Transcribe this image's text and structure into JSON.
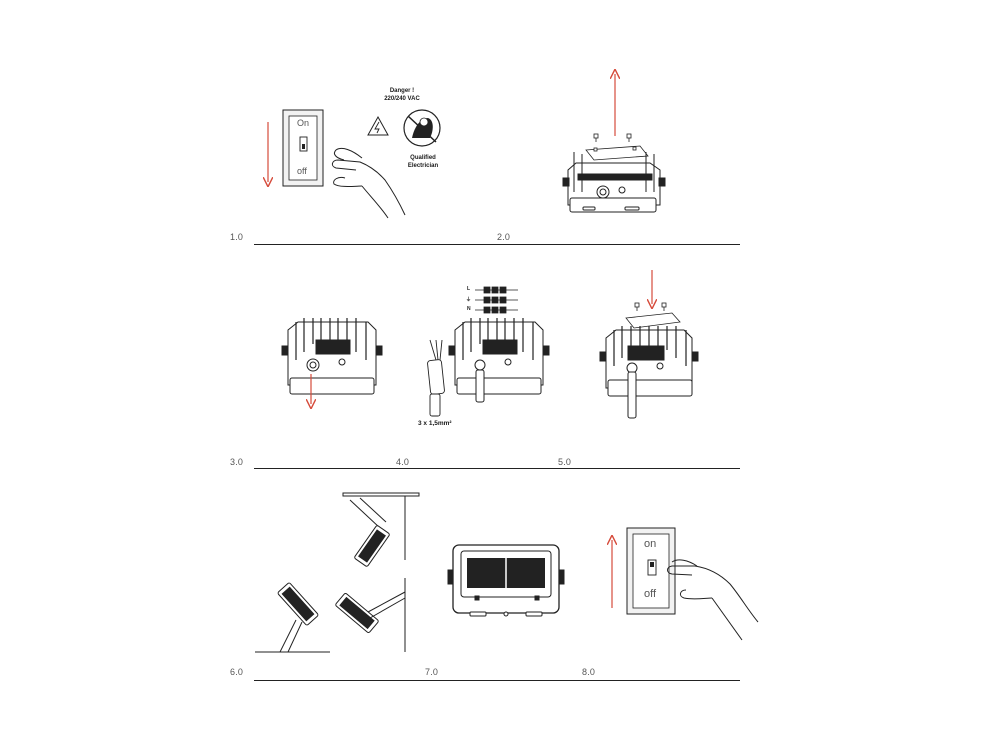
{
  "colors": {
    "line": "#222222",
    "arrow": "#d64b3b",
    "panel_fill": "#f2f2f2"
  },
  "steps": [
    {
      "label": "1.0"
    },
    {
      "label": "2.0"
    },
    {
      "label": "3.0"
    },
    {
      "label": "4.0"
    },
    {
      "label": "5.0"
    },
    {
      "label": "6.0"
    },
    {
      "label": "7.0"
    },
    {
      "label": "8.0"
    }
  ],
  "warning": {
    "line1": "Danger !",
    "line2": "220/240 VAC",
    "qualified1": "Qualified",
    "qualified2": "Electrician"
  },
  "switch_top": {
    "on": "On",
    "off": "off"
  },
  "switch_bottom": {
    "on": "on",
    "off": "off"
  },
  "wiring": {
    "l": "L",
    "earth": "⏚",
    "n": "N",
    "cable_spec": "3 x 1,5mm²"
  },
  "icons": [
    "down-arrow-icon",
    "up-arrow-icon",
    "danger-triangle-icon",
    "electrician-icon",
    "hand-icon"
  ]
}
